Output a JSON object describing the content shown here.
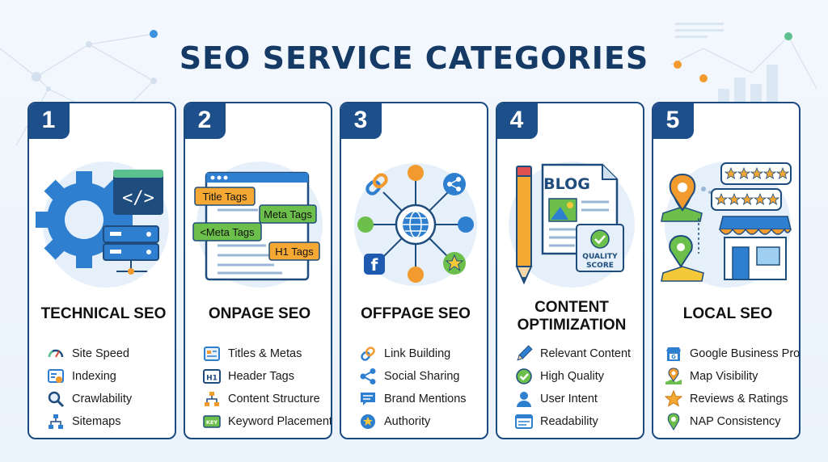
{
  "title": "SEO SERVICE CATEGORIES",
  "colors": {
    "navy": "#1b4a80",
    "blue": "#2f7fd1",
    "orange": "#f29a2e",
    "green": "#6cbf4a",
    "text": "#111111"
  },
  "cards": [
    {
      "number": "1",
      "title_lines": [
        "TECHNICAL SEO"
      ],
      "items": [
        {
          "label": "Site Speed",
          "icon": "speedometer-icon"
        },
        {
          "label": "Indexing",
          "icon": "index-gear-icon"
        },
        {
          "label": "Crawlability",
          "icon": "magnifier-icon"
        },
        {
          "label": "Sitemaps",
          "icon": "sitemap-icon"
        }
      ]
    },
    {
      "number": "2",
      "title_lines": [
        "ONPAGE SEO"
      ],
      "tags": [
        "Title Tags",
        "Meta Tags",
        "<Meta Tags",
        "H1 Tags"
      ],
      "items": [
        {
          "label": "Titles & Metas",
          "icon": "document-icon"
        },
        {
          "label": "Header Tags",
          "icon": "h1-icon"
        },
        {
          "label": "Content Structure",
          "icon": "structure-icon"
        },
        {
          "label": "Keyword Placement",
          "icon": "key-icon"
        }
      ]
    },
    {
      "number": "3",
      "title_lines": [
        "OFFPAGE SEO"
      ],
      "items": [
        {
          "label": "Link Building",
          "icon": "link-icon"
        },
        {
          "label": "Social Sharing",
          "icon": "share-icon"
        },
        {
          "label": "Brand Mentions",
          "icon": "chat-icon"
        },
        {
          "label": "Authority",
          "icon": "star-badge-icon"
        }
      ]
    },
    {
      "number": "4",
      "title_lines": [
        "CONTENT",
        "OPTIMIZATION"
      ],
      "blog_label": "BLOG",
      "quality_lines": [
        "QUALITY",
        "SCORE"
      ],
      "items": [
        {
          "label": "Relevant Content",
          "icon": "pencil-icon"
        },
        {
          "label": "High Quality",
          "icon": "check-circle-icon"
        },
        {
          "label": "User Intent",
          "icon": "user-icon"
        },
        {
          "label": "Readability",
          "icon": "reader-icon"
        }
      ]
    },
    {
      "number": "5",
      "title_lines": [
        "LOCAL SEO"
      ],
      "items": [
        {
          "label": "Google Business Profile",
          "icon": "google-business-icon"
        },
        {
          "label": "Map Visibility",
          "icon": "map-pin-icon"
        },
        {
          "label": "Reviews & Ratings",
          "icon": "star-icon"
        },
        {
          "label": "NAP Consistency",
          "icon": "location-icon"
        }
      ]
    }
  ]
}
